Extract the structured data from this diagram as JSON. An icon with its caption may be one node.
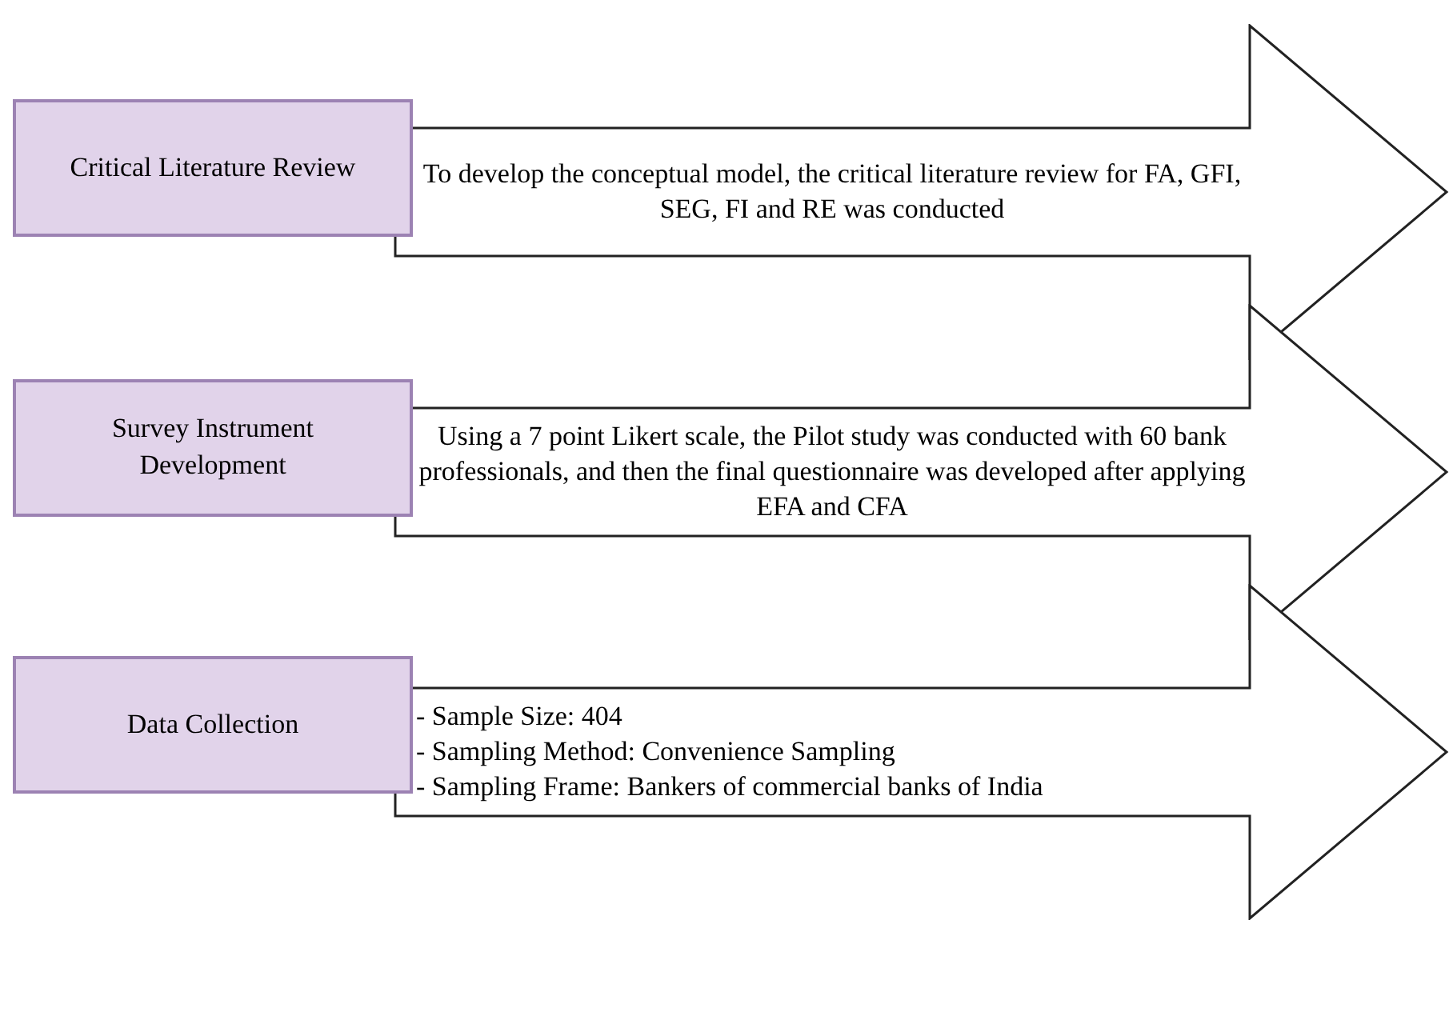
{
  "diagram": {
    "nodes": [
      {
        "text": [
          "Critical Literature Review"
        ]
      },
      {
        "text": [
          "To develop the conceptual model, the critical literature review for FA, GFI, SEG, FI and RE was conducted"
        ]
      },
      {
        "text": [
          "Survey Instrument Development"
        ]
      },
      {
        "text": [
          "Using a 7 point Likert scale, the Pilot study was conducted with 60 bank professionals, and then the final questionnaire was developed after applying EFA and CFA"
        ]
      },
      {
        "text": [
          "Data Collection"
        ]
      },
      {
        "text": [
          "- Sample Size: 404",
          "- Sampling Method: Convenience Sampling",
          "- Sampling Frame: Bankers of commercial banks of India"
        ]
      }
    ]
  }
}
